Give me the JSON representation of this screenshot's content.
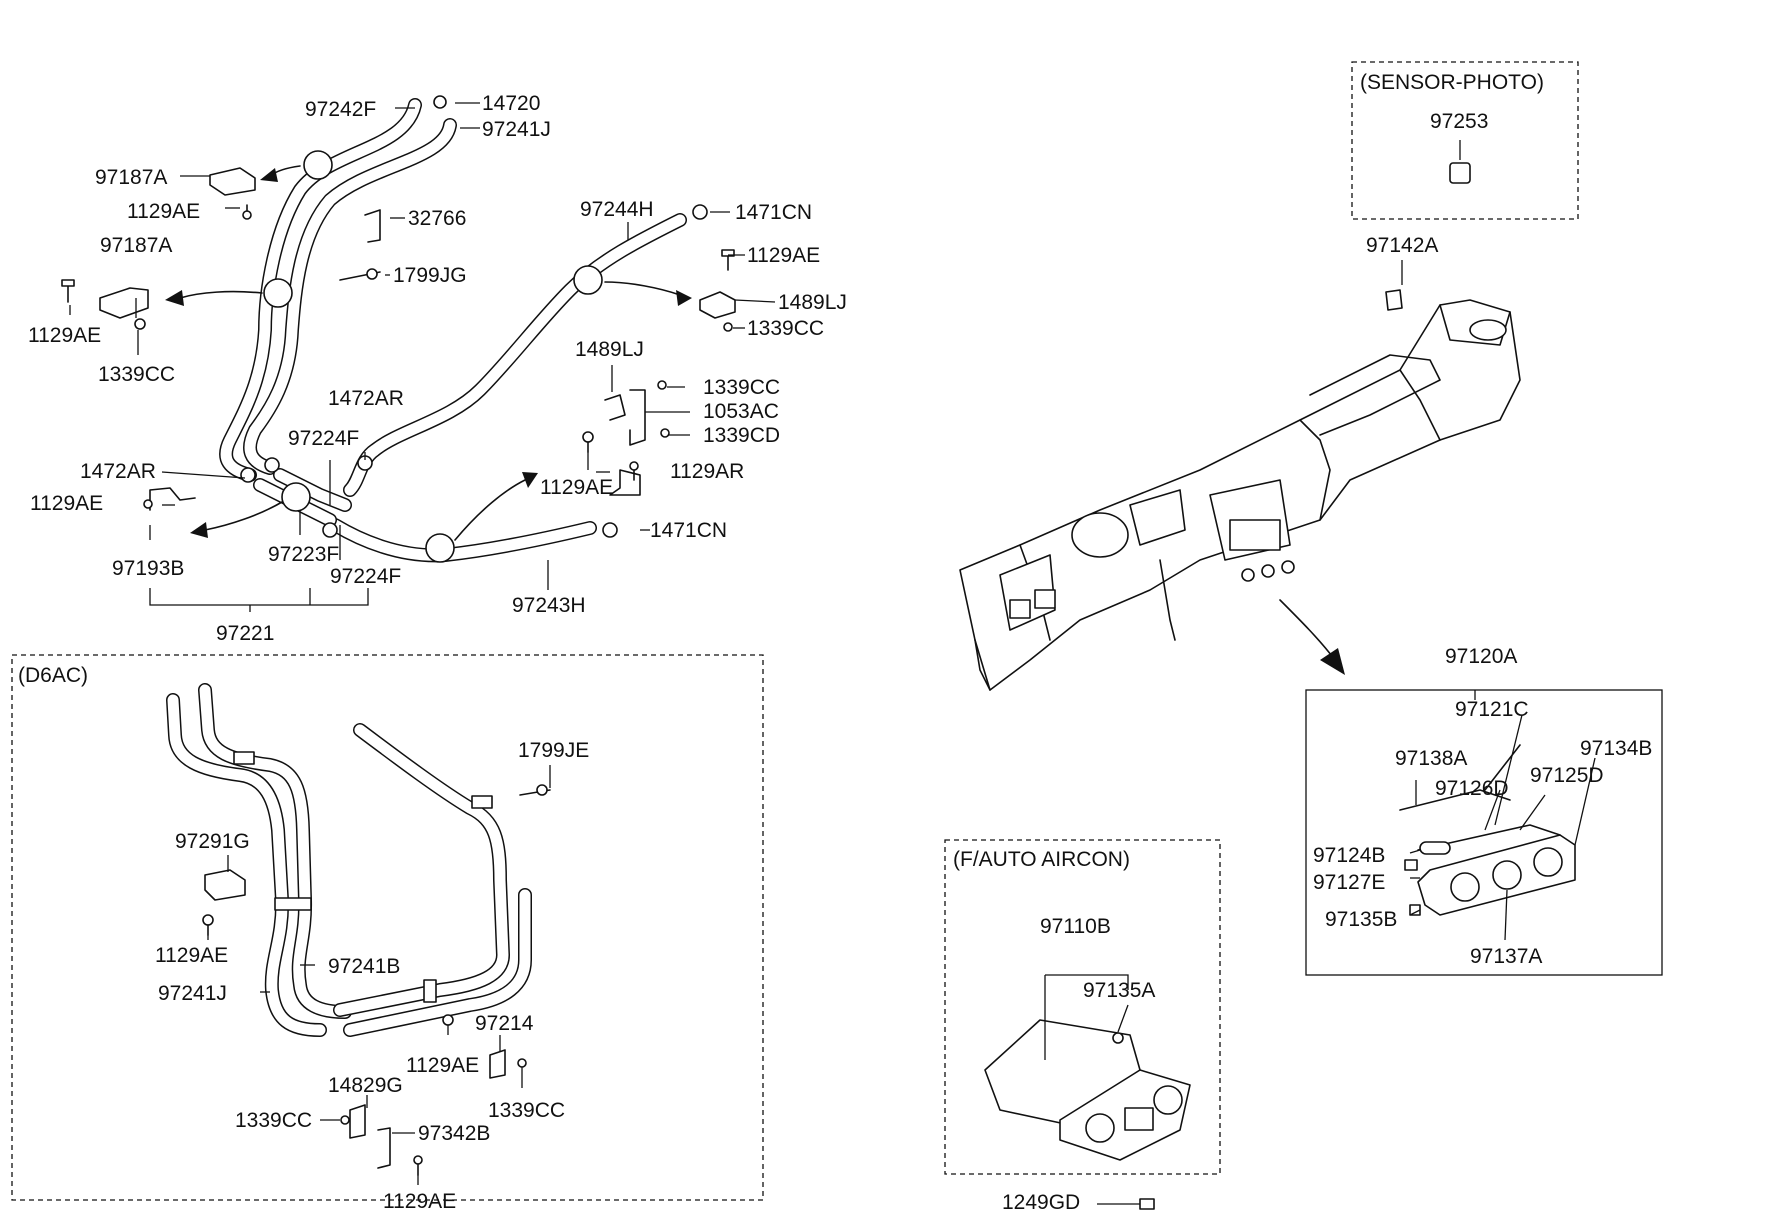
{
  "sections": {
    "d6ac": "(D6AC)",
    "sensor_photo": "(SENSOR-PHOTO)",
    "f_auto_aircon": "(F/AUTO AIRCON)"
  },
  "labels": {
    "l97242F": "97242F",
    "l14720": "14720",
    "l97241J_top": "97241J",
    "l97187A_1": "97187A",
    "l1129AE_1": "1129AE",
    "l32766": "32766",
    "l97244H": "97244H",
    "l1471CN_1": "1471CN",
    "l97187A_2": "97187A",
    "l1799JG": "1799JG",
    "l1129AE_2": "1129AE",
    "l1129AE_3": "1129AE",
    "l1489LJ_1": "1489LJ",
    "l1339CC_1": "1339CC",
    "l1339CC_2": "1339CC",
    "l1489LJ_2": "1489LJ",
    "l1339CC_3": "1339CC",
    "l1472AR_1": "1472AR",
    "l1053AC": "1053AC",
    "l97224F_1": "97224F",
    "l1339CD": "1339CD",
    "l1472AR_2": "1472AR",
    "l1129AR": "1129AR",
    "l1129AE_4": "1129AE",
    "l1129AE_5": "1129AE",
    "l1471CN_2": "1471CN",
    "l97223F": "97223F",
    "l97193B": "97193B",
    "l97224F_2": "97224F",
    "l97243H": "97243H",
    "l97221": "97221",
    "l1799JE": "1799JE",
    "l97291G": "97291G",
    "l1129AE_6": "1129AE",
    "l97241B": "97241B",
    "l97241J_bot": "97241J",
    "l97214": "97214",
    "l1129AE_7": "1129AE",
    "l14829G": "14829G",
    "l1339CC_4": "1339CC",
    "l1339CC_5": "1339CC",
    "l97342B": "97342B",
    "l1129AE_8": "1129AE",
    "l97253": "97253",
    "l97142A": "97142A",
    "l97120A": "97120A",
    "l97121C": "97121C",
    "l97138A": "97138A",
    "l97134B": "97134B",
    "l97126D": "97126D",
    "l97125D": "97125D",
    "l97124B": "97124B",
    "l97127E": "97127E",
    "l97135B": "97135B",
    "l97137A": "97137A",
    "l97110B": "97110B",
    "l97135A": "97135A",
    "l1249GD": "1249GD"
  }
}
